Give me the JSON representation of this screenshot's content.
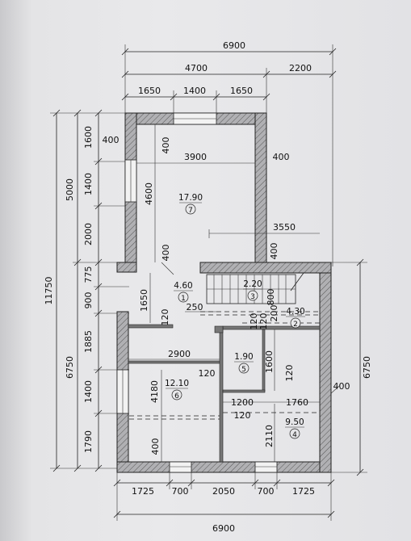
{
  "dimensions_top": {
    "total": "6900",
    "left_part": "4700",
    "right_part": "2200",
    "seg1": "1650",
    "seg2": "1400",
    "seg3": "1650"
  },
  "dimensions_bottom": {
    "seg1": "1725",
    "seg2": "700",
    "seg3": "2050",
    "seg4": "700",
    "seg5": "1725",
    "total": "6900"
  },
  "dimensions_left": {
    "total": "11750",
    "upper": "5000",
    "lower": "6750",
    "s1": "1600",
    "s2": "1400",
    "s3": "2000",
    "s4": "775",
    "s5": "900",
    "s6": "1885",
    "s7": "1400",
    "s8": "1790"
  },
  "dimensions_right": {
    "total": "6750",
    "wall": "400"
  },
  "interior_dims": {
    "d400_top_left": "400",
    "d400_wall_top": "400",
    "d3900": "3900",
    "d400_right": "400",
    "d4600": "4600",
    "d400_mid": "400",
    "d3550": "3550",
    "d400_vert": "400",
    "d1650": "1650",
    "d120_a": "120",
    "d250": "250",
    "d800": "800",
    "d200": "200",
    "d120_b": "120",
    "d120_c": "120",
    "d2900": "2900",
    "d120_d": "120",
    "d1600": "1600",
    "d120_e": "120",
    "d4180": "4180",
    "d1200": "1200",
    "d1760": "1760",
    "d120_f": "120",
    "d2110": "2110",
    "d400_bottom": "400"
  },
  "rooms": [
    {
      "area": "17.90",
      "num": "7"
    },
    {
      "area": "4.60",
      "num": "1"
    },
    {
      "area": "2.20",
      "num": "3"
    },
    {
      "area": "4.30",
      "num": "2"
    },
    {
      "area": "1.90",
      "num": "5"
    },
    {
      "area": "12.10",
      "num": "6"
    },
    {
      "area": "9.50",
      "num": "4"
    }
  ]
}
